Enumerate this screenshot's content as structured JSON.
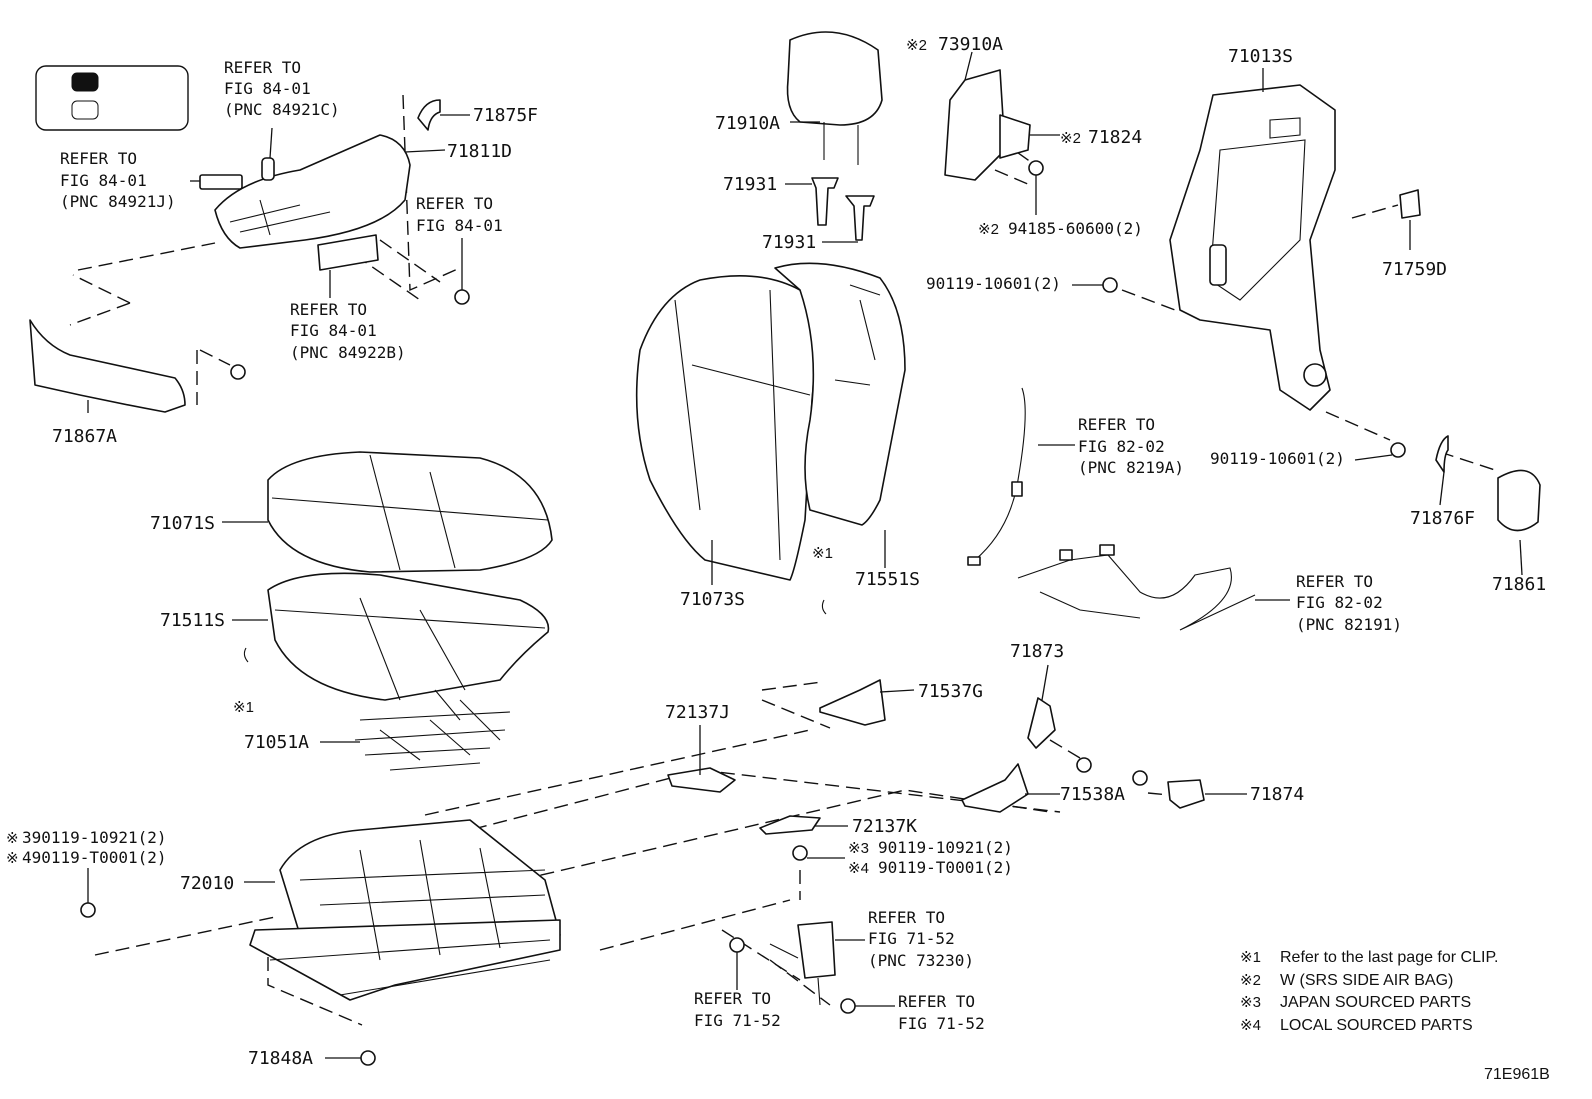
{
  "legend_box": {
    "items": [
      "",
      ""
    ]
  },
  "parts": {
    "p71875F": "71875F",
    "p71811D": "71811D",
    "p71867A": "71867A",
    "p71071S": "71071S",
    "p71511S": "71511S",
    "p71051A": "71051A",
    "p71910A": "71910A",
    "p71931a": "71931",
    "p71931b": "71931",
    "p73910A": "73910A",
    "p71824": "71824",
    "p94185": "94185-60600(2)",
    "p71013S": "71013S",
    "p71759D": "71759D",
    "p90119a": "90119-10601(2)",
    "p90119b": "90119-10601(2)",
    "p71876F": "71876F",
    "p71861": "71861",
    "p71073S": "71073S",
    "p71551S": "71551S",
    "p71873": "71873",
    "p71537G": "71537G",
    "p72137J": "72137J",
    "p71538A": "71538A",
    "p71874": "71874",
    "p72137K": "72137K",
    "p90119_10921": "90119-10921(2)",
    "p90119_T0001": "90119-T0001(2)",
    "p72010": "72010",
    "p71848A": "71848A",
    "left3": "390119-10921(2)",
    "left4": "490119-T0001(2)"
  },
  "refs": {
    "r1": [
      "REFER TO",
      "FIG 84-01",
      "(PNC 84921C)"
    ],
    "r2": [
      "REFER TO",
      "FIG 84-01",
      "(PNC 84921J)"
    ],
    "r3": [
      "REFER TO",
      "FIG 84-01"
    ],
    "r4": [
      "REFER TO",
      "FIG 84-01",
      "(PNC 84922B)"
    ],
    "r5": [
      "REFER TO",
      "FIG 82-02",
      "(PNC 8219A)"
    ],
    "r6": [
      "REFER TO",
      "FIG 82-02",
      "(PNC 82191)"
    ],
    "r7": [
      "REFER TO",
      "FIG 71-52",
      "(PNC 73230)"
    ],
    "r8": [
      "REFER TO",
      "FIG 71-52"
    ],
    "r9": [
      "REFER TO",
      "FIG 71-52"
    ]
  },
  "marks": {
    "m1a": "※1",
    "m1b": "※1",
    "m2a": "※2",
    "m2b": "※2",
    "m2c": "※2",
    "m3": "※3",
    "m4": "※4",
    "mL3": "※",
    "mL4": "※"
  },
  "notes": [
    {
      "mark": "※1",
      "text": "Refer to the last page for CLIP."
    },
    {
      "mark": "※2",
      "text": "W (SRS SIDE AIR BAG)"
    },
    {
      "mark": "※3",
      "text": "JAPAN SOURCED PARTS"
    },
    {
      "mark": "※4",
      "text": "LOCAL SOURCED PARTS"
    }
  ],
  "figure_code": "71E961B"
}
